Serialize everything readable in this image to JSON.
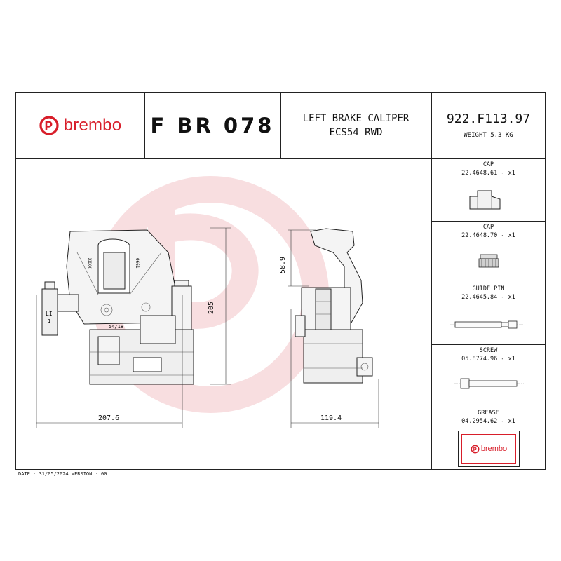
{
  "header": {
    "brand": "brembo",
    "code": "F BR 078",
    "description_line1": "LEFT BRAKE CALIPER",
    "description_line2": "ECS54 RWD",
    "part_number": "922.F113.97",
    "weight": "WEIGHT 5.3 KG"
  },
  "dimensions": {
    "height": "205",
    "width_front": "207.6",
    "width_side": "119.4",
    "offset": "58.9"
  },
  "caliper_marks": {
    "side_label": "LI",
    "side_number": "1",
    "size_mark": "54/18",
    "mark_a": "XXXX",
    "mark_b": "0661"
  },
  "parts": [
    {
      "title": "CAP",
      "number": "22.4648.61 - x1",
      "icon": "cap-bracket-icon"
    },
    {
      "title": "CAP",
      "number": "22.4648.70 - x1",
      "icon": "cap-plug-icon"
    },
    {
      "title": "GUIDE PIN",
      "number": "22.4645.84 - x1",
      "icon": "guide-pin-icon"
    },
    {
      "title": "SCREW",
      "number": "05.8774.96 - x1",
      "icon": "screw-icon"
    },
    {
      "title": "GREASE",
      "number": "04.2954.62 - x1",
      "icon": "grease-pack-icon",
      "label": "brembo"
    }
  ],
  "footer": {
    "date_version": "DATE : 31/05/2024 VERSION : 00"
  },
  "colors": {
    "brand_red": "#d81e2a",
    "watermark": "#f3c9cd",
    "line": "#222222"
  }
}
